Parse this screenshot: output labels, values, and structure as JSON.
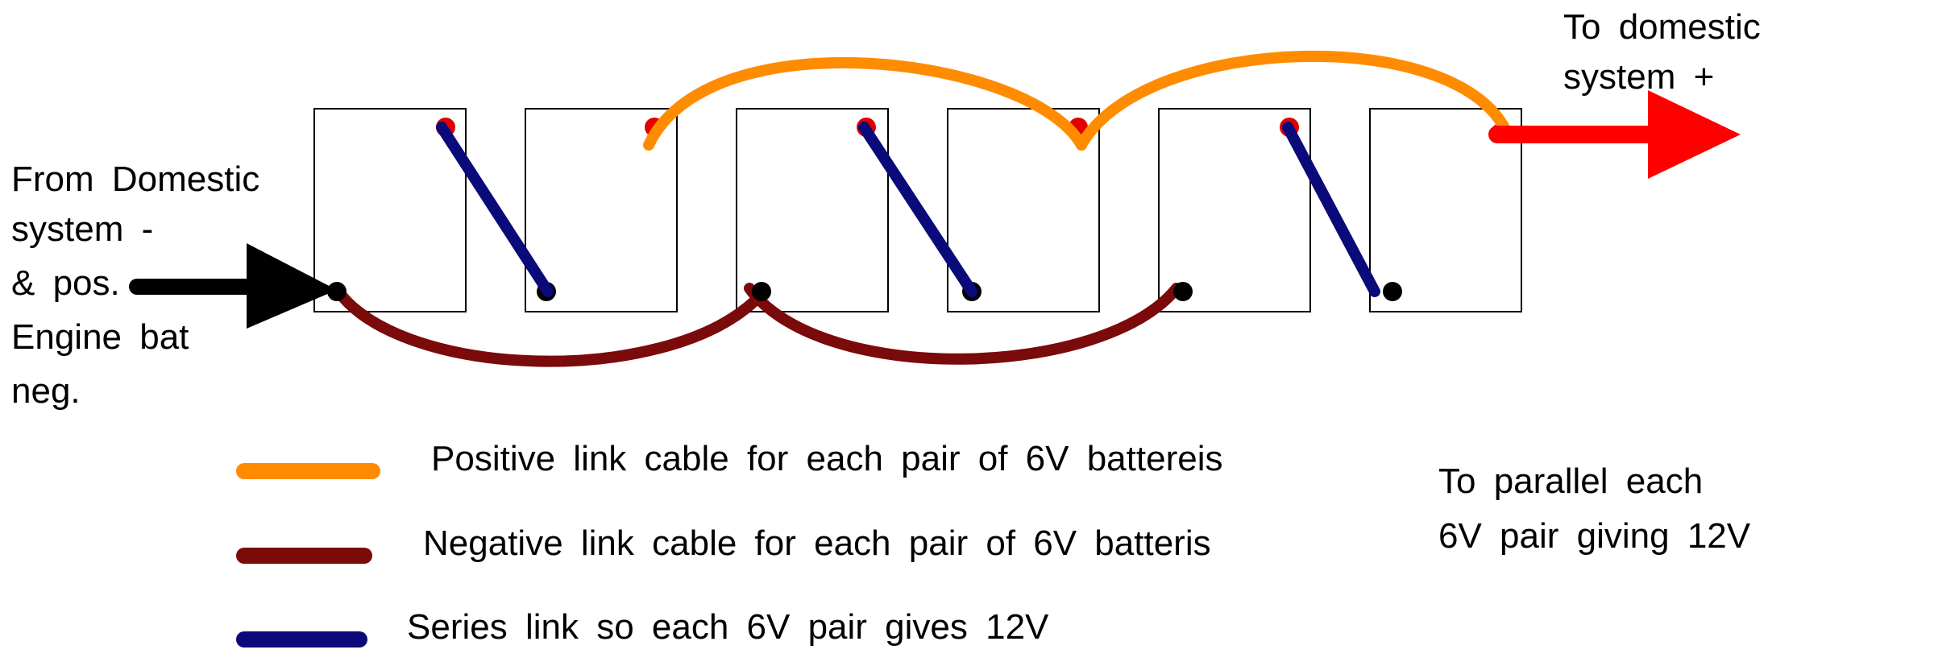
{
  "labels": {
    "from_domestic": [
      "From  Domestic",
      "system  -",
      "&  pos.",
      "Engine  bat",
      "neg."
    ],
    "to_domestic": [
      "To  domestic",
      "system  +"
    ],
    "to_parallel": [
      "To  parallel  each",
      "6V  pair  giving  12V"
    ]
  },
  "legend": [
    {
      "key": "positive",
      "color": "#FF8C00",
      "label": "Positive  link  cable  for  each  pair  of  6V  battereis"
    },
    {
      "key": "negative",
      "color": "#7B0A0A",
      "label": "Negative  link  cable  for  each  pair  of  6V  batteris"
    },
    {
      "key": "series",
      "color": "#0A0A7A",
      "label": "Series  link  so  each  6V  pair  gives  12V"
    }
  ],
  "colors": {
    "positive": "#FF8C00",
    "negative": "#7B0A0A",
    "series": "#0A0A7A",
    "terminal_positive": "#E00000",
    "terminal_negative": "#000000",
    "output_arrow": "#FF0000",
    "input_arrow": "#000000"
  },
  "battery_count": 6
}
